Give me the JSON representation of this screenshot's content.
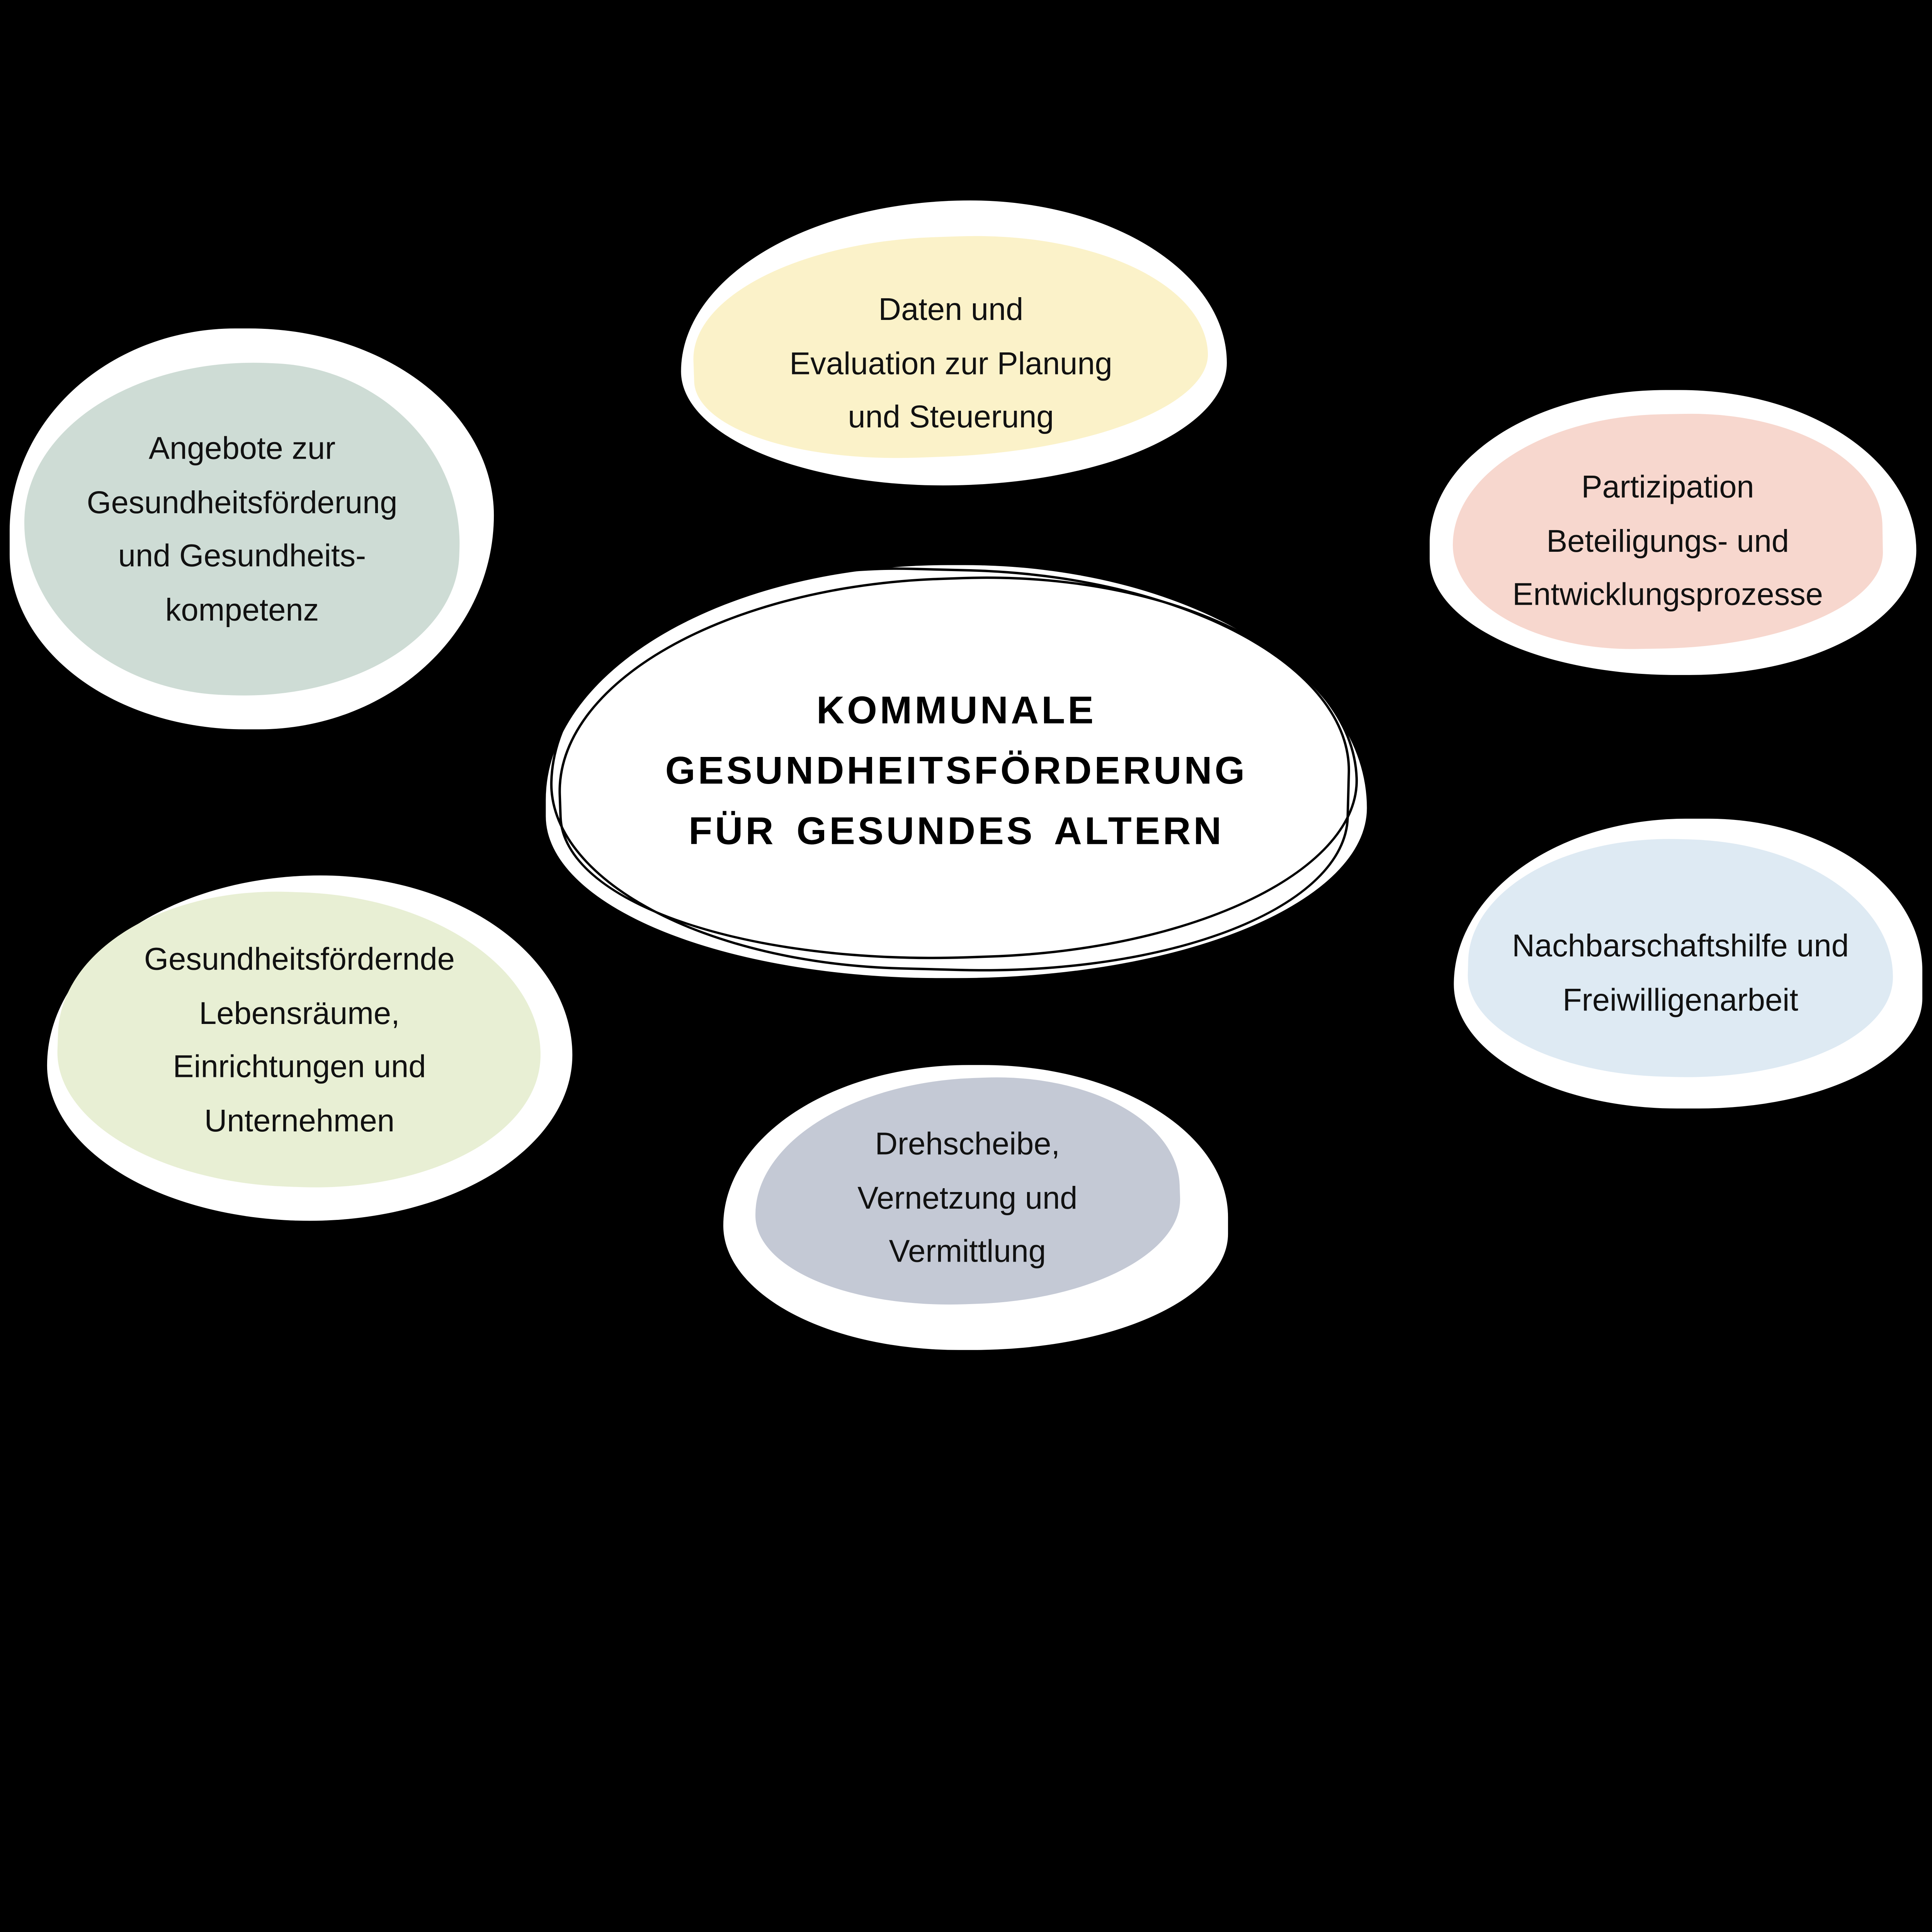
{
  "canvas": {
    "background": "#000000",
    "halo_color": "#ffffff",
    "text_color": "#111111"
  },
  "center": {
    "text": "KOMMUNALE\nGESUNDHEITSFÖRDERUNG\nFÜR GESUNDES ALTERN",
    "fill": "#ffffff",
    "outline_color": "#000000",
    "text_color": "#000000"
  },
  "bubbles": [
    {
      "id": "daten-und-evaluation",
      "position": "top-center",
      "label": "Daten und\nEvaluation zur Planung\nund Steuerung",
      "color": "#FBF2C9"
    },
    {
      "id": "angebote-gesundheitsfoerderung",
      "position": "left-upper",
      "label": "Angebote zur\nGesundheitsförderung\nund Gesundheits-\nkompetenz",
      "color": "#CEDCD5"
    },
    {
      "id": "partizipation",
      "position": "right-upper",
      "label": "Partizipation\nBeteiligungs- und\nEntwicklungsprozesse",
      "color": "#F7D7CE"
    },
    {
      "id": "gesundheitsfoerdernde-lebensraeume",
      "position": "left-lower",
      "label": "Gesundheitsfördernde\nLebensräume,\nEinrichtungen und\nUnternehmen",
      "color": "#E8EFD4"
    },
    {
      "id": "drehscheibe-vernetzung",
      "position": "bottom-center",
      "label": "Drehscheibe,\nVernetzung und\nVermittlung",
      "color": "#C4C9D5"
    },
    {
      "id": "nachbarschaftshilfe",
      "position": "right-lower",
      "label": "Nachbarschaftshilfe und\nFreiwilligenarbeit",
      "color": "#DEEAF3"
    }
  ]
}
